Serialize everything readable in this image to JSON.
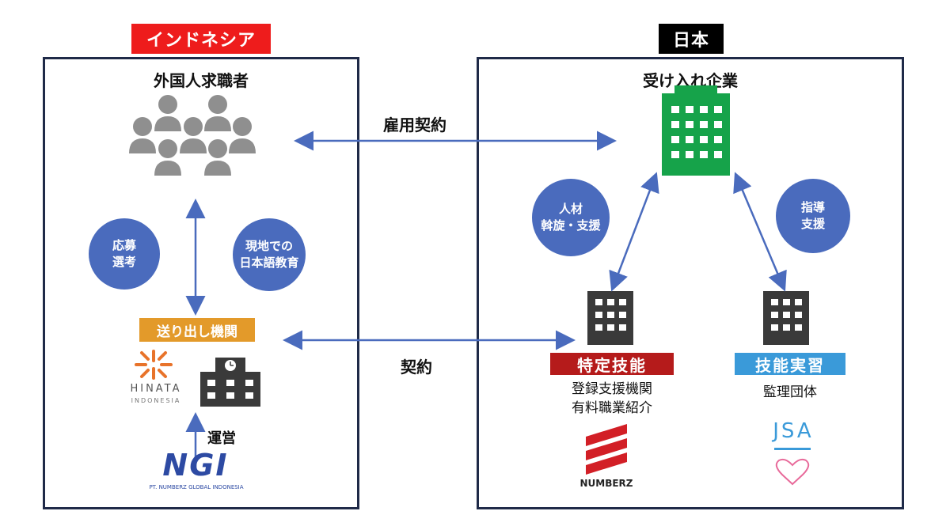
{
  "left": {
    "tag": "インドネシア",
    "title": "外国人求職者",
    "bubble_recruit": "応募\n選考",
    "bubble_education": "現地での\n日本語教育",
    "sending_org": "送り出し機関",
    "hinata_logo": "HINATA",
    "hinata_sub": "INDONESIA",
    "operation": "運営",
    "ngi_logo": "NGI",
    "ngi_sub": "PT. NUMBERZ GLOBAL INDONESIA"
  },
  "middle": {
    "employment_contract": "雇用契約",
    "contract": "契約"
  },
  "right": {
    "tag": "日本",
    "title": "受け入れ企業",
    "bubble_support": "人材\n斡旋・支援",
    "bubble_guidance": "指導\n支援",
    "tokutei": "特定技能",
    "tokutei_desc": "登録支援機関\n有料職業紹介",
    "numberz_logo": "NUMBERZ",
    "ginou": "技能実習",
    "ginou_desc": "監理団体",
    "jsa_logo": "JSA"
  },
  "colors": {
    "frame": "#1f2a48",
    "indonesia_tag": "#ee1c1c",
    "japan_tag": "#000000",
    "bubble": "#4a6bbd",
    "arrow": "#4a6bbd",
    "company_building": "#16a34a",
    "sending_pill": "#e39a2a",
    "tokutei_pill": "#b51b1b",
    "ginou_pill": "#3a9ad9",
    "person_icon": "#8f8f8f"
  }
}
